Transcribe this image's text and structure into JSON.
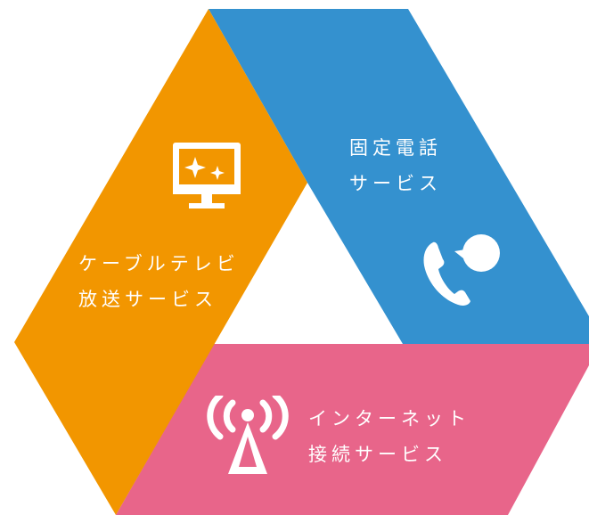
{
  "segments": {
    "cable_tv": {
      "line1": "ケーブルテレビ",
      "line2": "放送サービス",
      "color": "#F29600",
      "icon": "tv-monitor-sparkle-icon"
    },
    "phone": {
      "line1": "固定電話",
      "line2": "サービス",
      "color": "#3491CF",
      "icon": "phone-speech-bubble-icon"
    },
    "internet": {
      "line1": "インターネット",
      "line2": "接続サービス",
      "color": "#E8658A",
      "icon": "antenna-broadcast-icon"
    }
  },
  "colors": {
    "background": "#FFFFFF",
    "text": "#FFFFFF"
  }
}
